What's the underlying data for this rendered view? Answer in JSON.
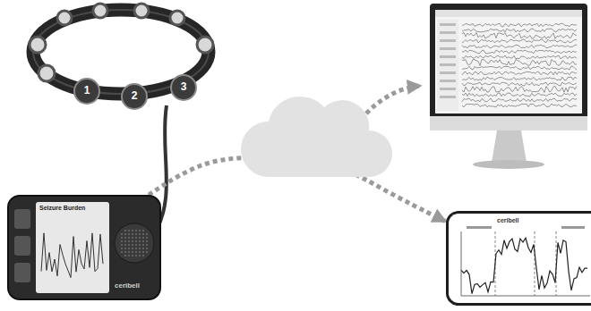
{
  "diagram": {
    "nodes": [
      {
        "text": [
          "1"
        ]
      },
      {
        "text": [
          "2"
        ]
      },
      {
        "text": [
          "3"
        ]
      },
      {
        "text": [
          "Seizure Burden",
          "ceribell"
        ]
      },
      {
        "text": [
          "ceribell"
        ]
      }
    ],
    "edges": [
      {
        "from": 3,
        "to": 4,
        "arrow": "to"
      },
      {
        "from": 4,
        "to": 3,
        "arrow": "to"
      }
    ]
  }
}
